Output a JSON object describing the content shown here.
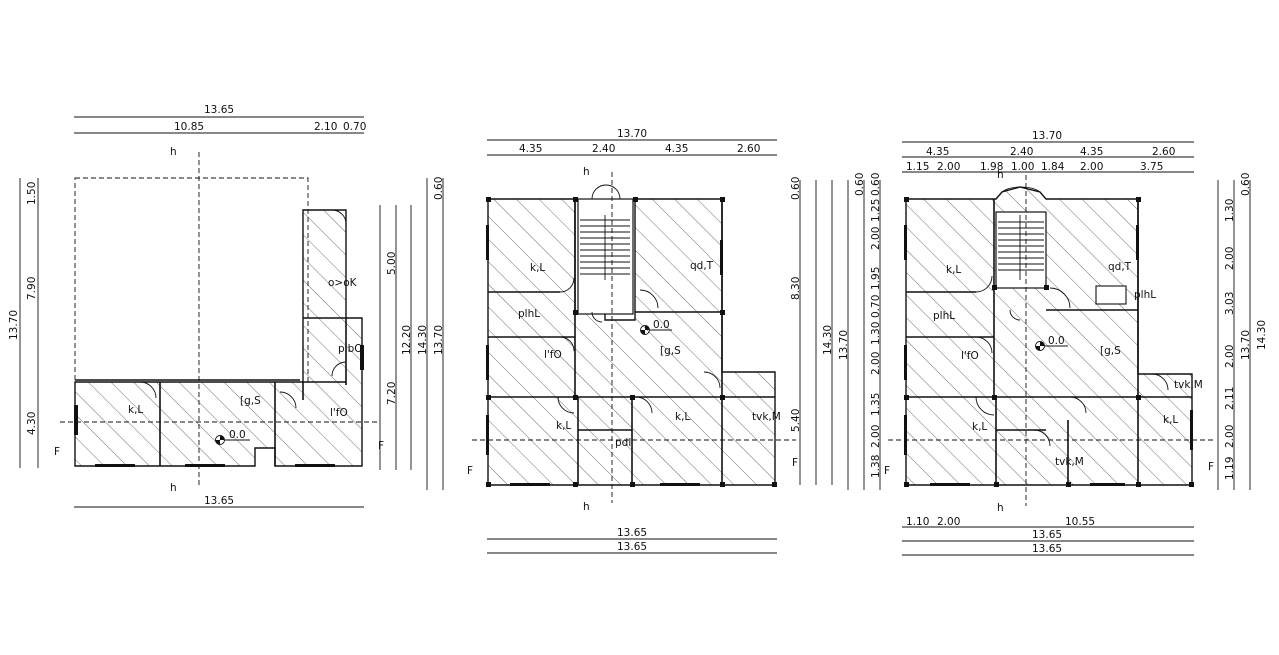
{
  "plans": [
    {
      "top_dims": [
        "13.65",
        "10.85",
        "2.10",
        "0.70"
      ],
      "bottom_dim": "13.65",
      "left_dims": [
        "13.70",
        "1.50",
        "7.90",
        "4.30"
      ],
      "right_dims": [
        "5.00",
        "7.20",
        "12.20",
        "14.30",
        "13.70",
        "0.60"
      ],
      "rooms": [
        "k,L",
        "[g,S",
        "l'fO",
        "plbO",
        "o>oK"
      ],
      "level": "0.0",
      "section_labels": [
        "h",
        "h",
        "F",
        "F"
      ]
    },
    {
      "top_dims": [
        "13.70",
        "4.35",
        "2.40",
        "4.35",
        "2.60"
      ],
      "bottom_dims": [
        "13.65",
        "13.65"
      ],
      "right_dims": [
        "0.60",
        "8.30",
        "5.40",
        "14.30"
      ],
      "rooms": [
        "k,L",
        "qd,T",
        "plhL",
        "l'fO",
        "[g,S",
        "k,L",
        "k,L",
        "tvk,M",
        "pdl"
      ],
      "level": "0.0",
      "section_labels": [
        "h",
        "h",
        "F",
        "F"
      ]
    },
    {
      "top_dims": [
        "13.70",
        "4.35",
        "2.40",
        "4.35",
        "2.60",
        "1.15",
        "2.00",
        "1.98",
        "1.00",
        "1.84",
        "2.00",
        "3.75"
      ],
      "bottom_dims": [
        "1.10",
        "2.00",
        "10.55",
        "13.65",
        "13.65"
      ],
      "left_dims": [
        "13.70",
        "0.60",
        "0.60",
        "1.25",
        "2.00",
        "1.95",
        "0.70",
        "1.30",
        "1.35",
        "2.00",
        "1.38",
        "2.00"
      ],
      "right_dims": [
        "0.60",
        "1.30",
        "2.00",
        "3.03",
        "2.00",
        "2.11",
        "2.00",
        "1.19",
        "13.70",
        "14.30"
      ],
      "rooms": [
        "k,L",
        "qd,T",
        "plhL",
        "plhL",
        "l'fO",
        "[g,S",
        "tvk,M",
        "k,L",
        "k,L",
        "tvk,M"
      ],
      "level": "0.0",
      "section_labels": [
        "h",
        "h",
        "F",
        "F"
      ]
    }
  ]
}
